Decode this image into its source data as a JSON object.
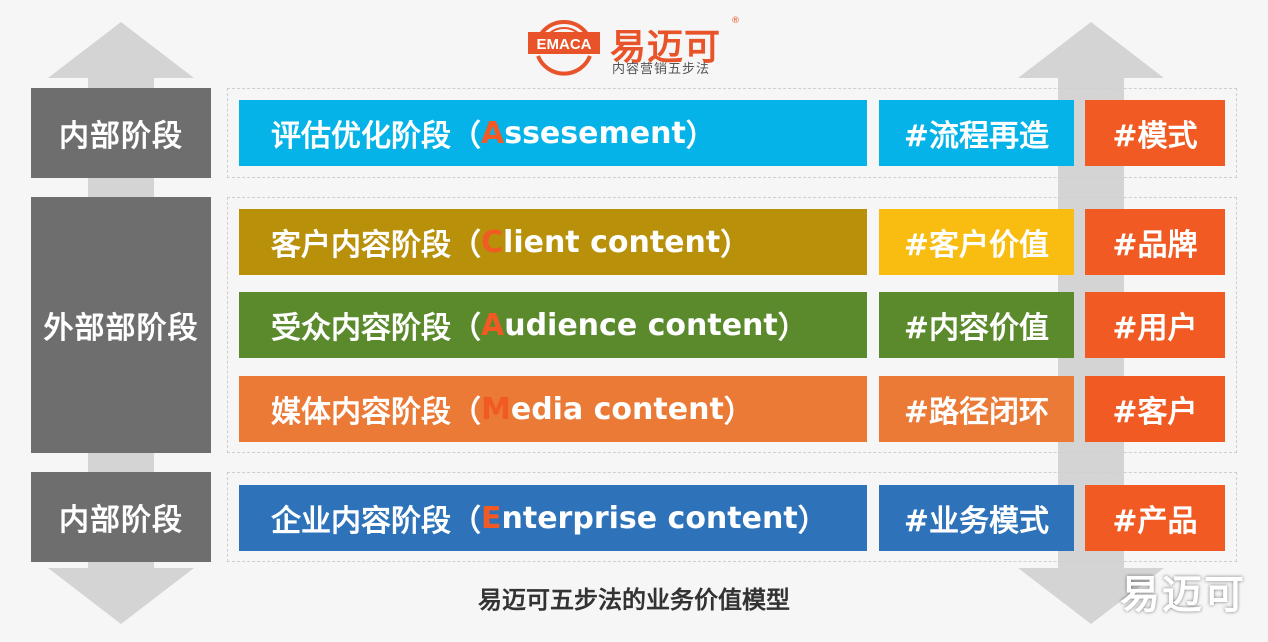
{
  "logo": {
    "badge_text": "EMACA",
    "name": "易迈可",
    "reg_mark": "®",
    "subtitle": "内容营销五步法"
  },
  "stages": [
    {
      "label": "内部阶段"
    },
    {
      "label": "外部部阶段"
    },
    {
      "label": "内部阶段"
    }
  ],
  "rows": [
    {
      "prefix": "评估优化阶段（",
      "letter": "A",
      "rest": "ssesement",
      "close": "）",
      "tag": "#流程再造",
      "result": "#模式",
      "main_color": "#06b3e8",
      "tag_color": "#06b3e8"
    },
    {
      "prefix": "客户内容阶段（",
      "letter": "C",
      "rest": "lient content",
      "close": "）",
      "tag": "#客户价值",
      "result": "#品牌",
      "main_color": "#b9900a",
      "tag_color": "#f8bd10"
    },
    {
      "prefix": "受众内容阶段（",
      "letter": "A",
      "rest": "udience content",
      "close": "）",
      "tag": "#内容价值",
      "result": "#用户",
      "main_color": "#5b8a2d",
      "tag_color": "#5b8a2d"
    },
    {
      "prefix": "媒体内容阶段（",
      "letter": "M",
      "rest": "edia content",
      "close": "）",
      "tag": "#路径闭环",
      "result": "#客户",
      "main_color": "#ea7a36",
      "tag_color": "#ea7a36"
    },
    {
      "prefix": "企业内容阶段（",
      "letter": "E",
      "rest": "nterprise content",
      "close": "）",
      "tag": "#业务模式",
      "result": "#产品",
      "main_color": "#2e73b9",
      "tag_color": "#2e73b9"
    }
  ],
  "caption": "易迈可五步法的业务价值模型",
  "watermark": "易迈可",
  "colors": {
    "stage_gray": "#6e6e6e",
    "accent_orange": "#f15a22",
    "arrow_gray": "#d4d4d4"
  }
}
